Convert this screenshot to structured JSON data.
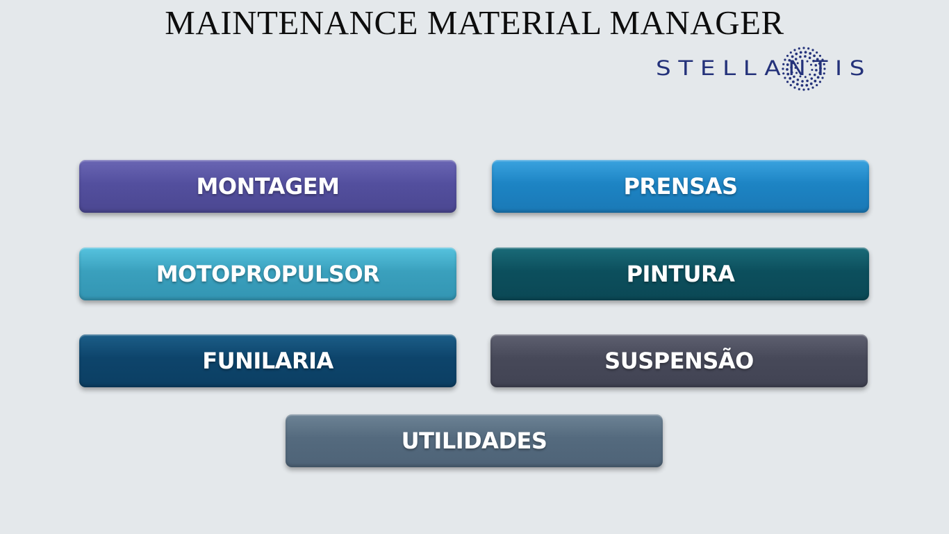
{
  "header": {
    "title": "MAINTENANCE MATERIAL MANAGER"
  },
  "logo": {
    "text": "STELLANTIS",
    "icon": "stellantis-dotted-star-icon",
    "color": "#24327a"
  },
  "tiles": [
    {
      "label": "MONTAGEM",
      "color": "#534f9e"
    },
    {
      "label": "PRENSAS",
      "color": "#1d84c4"
    },
    {
      "label": "MOTOPROPULSOR",
      "color": "#3aa0bd"
    },
    {
      "label": "PINTURA",
      "color": "#0c4f5d"
    },
    {
      "label": "FUNILARIA",
      "color": "#0d446b"
    },
    {
      "label": "SUSPENSÃO",
      "color": "#474959"
    },
    {
      "label": "UTILIDADES",
      "color": "#546a7e"
    }
  ],
  "colors": {
    "background": "#e4e8eb",
    "title": "#0d0d0d"
  }
}
